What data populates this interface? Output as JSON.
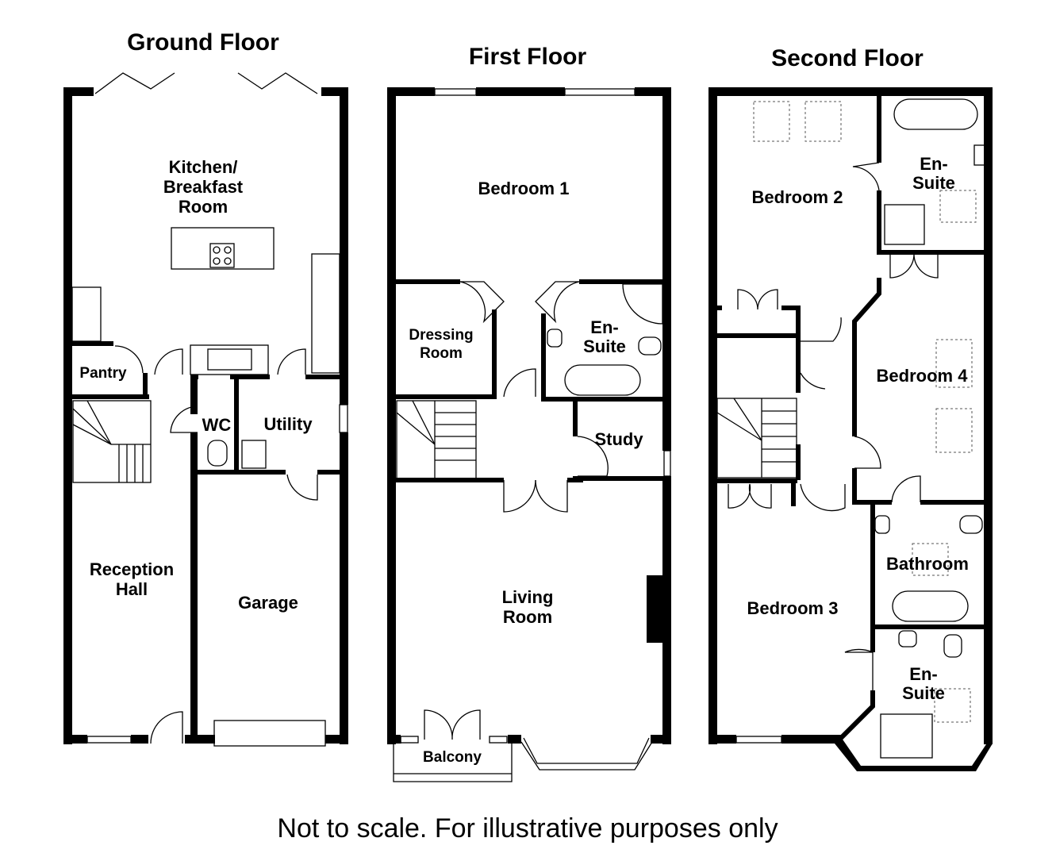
{
  "floors": {
    "ground": {
      "title": "Ground Floor",
      "rooms": {
        "kitchen": [
          "Kitchen/",
          "Breakfast",
          "Room"
        ],
        "pantry": "Pantry",
        "wc": "WC",
        "utility": "Utility",
        "reception": [
          "Reception",
          "Hall"
        ],
        "garage": "Garage"
      }
    },
    "first": {
      "title": "First Floor",
      "rooms": {
        "bedroom1": "Bedroom 1",
        "dressing": [
          "Dressing",
          "Room"
        ],
        "ensuite": [
          "En-",
          "Suite"
        ],
        "study": "Study",
        "living": [
          "Living",
          "Room"
        ],
        "balcony": "Balcony"
      }
    },
    "second": {
      "title": "Second Floor",
      "rooms": {
        "bedroom2": "Bedroom 2",
        "ensuite1": [
          "En-",
          "Suite"
        ],
        "bedroom4": "Bedroom 4",
        "bathroom": "Bathroom",
        "bedroom3": "Bedroom 3",
        "ensuite2": [
          "En-",
          "Suite"
        ]
      }
    }
  },
  "disclaimer": "Not to scale. For illustrative purposes only"
}
